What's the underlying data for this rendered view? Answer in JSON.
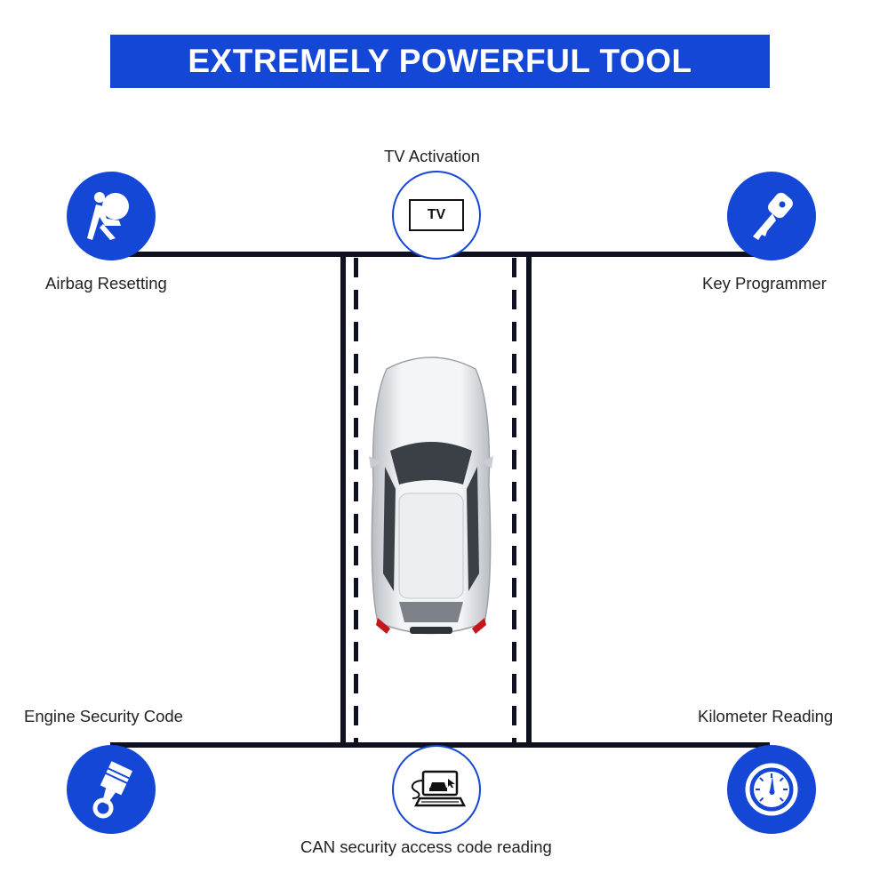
{
  "banner": {
    "title": "EXTREMELY POWERFUL TOOL"
  },
  "features": {
    "tv_activation": {
      "label": "TV Activation",
      "badge": "TV",
      "icon": "tv-icon"
    },
    "airbag": {
      "label": "Airbag Resetting",
      "icon": "airbag-icon"
    },
    "key": {
      "label": "Key Programmer",
      "icon": "key-icon"
    },
    "engine": {
      "label": "Engine Security Code",
      "icon": "piston-icon"
    },
    "kilometer": {
      "label": "Kilometer Reading",
      "icon": "speedometer-icon"
    },
    "can": {
      "label": "CAN security access code reading",
      "icon": "laptop-car-icon"
    }
  },
  "colors": {
    "brand_blue": "#1447d6",
    "line_dark": "#0f1020"
  }
}
